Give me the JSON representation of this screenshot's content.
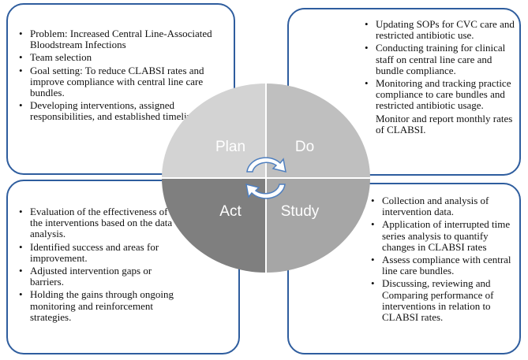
{
  "colors": {
    "box_border": "#2e5d9e",
    "plan": "#d3d3d3",
    "do": "#bfbfbf",
    "act": "#7f7f7f",
    "study": "#a6a6a6",
    "arrow_fill": "#ffffff",
    "arrow_stroke": "#4f7fbf"
  },
  "cycle": {
    "plan_label": "Plan",
    "do_label": "Do",
    "act_label": "Act",
    "study_label": "Study"
  },
  "plan": {
    "items": [
      "Problem: Increased Central Line-Associated Bloodstream Infections",
      "Team selection",
      "Goal setting: To reduce CLABSI rates and improve compliance with central line care bundles.",
      "Developing interventions, assigned responsibilities, and established timelines."
    ]
  },
  "do": {
    "items": [
      "Updating SOPs for CVC care and restricted antibiotic use.",
      "Conducting training for clinical staff on central line care and bundle compliance.",
      "Monitoring and tracking practice compliance to care bundles and restricted antibiotic usage."
    ],
    "extra": "Monitor and report monthly rates of CLABSI."
  },
  "act": {
    "items": [
      "Evaluation of the effectiveness of the interventions based on the data analysis.",
      "Identified success and areas for improvement.",
      "Adjusted intervention gaps or barriers.",
      "Holding the gains through ongoing monitoring and reinforcement strategies."
    ]
  },
  "study": {
    "items": [
      "Collection and analysis of intervention data.",
      "Application of interrupted time series analysis to quantify changes in CLABSI rates",
      "Assess compliance with central line care bundles.",
      "Discussing, reviewing and Comparing performance of interventions in relation to CLABSI rates."
    ]
  }
}
